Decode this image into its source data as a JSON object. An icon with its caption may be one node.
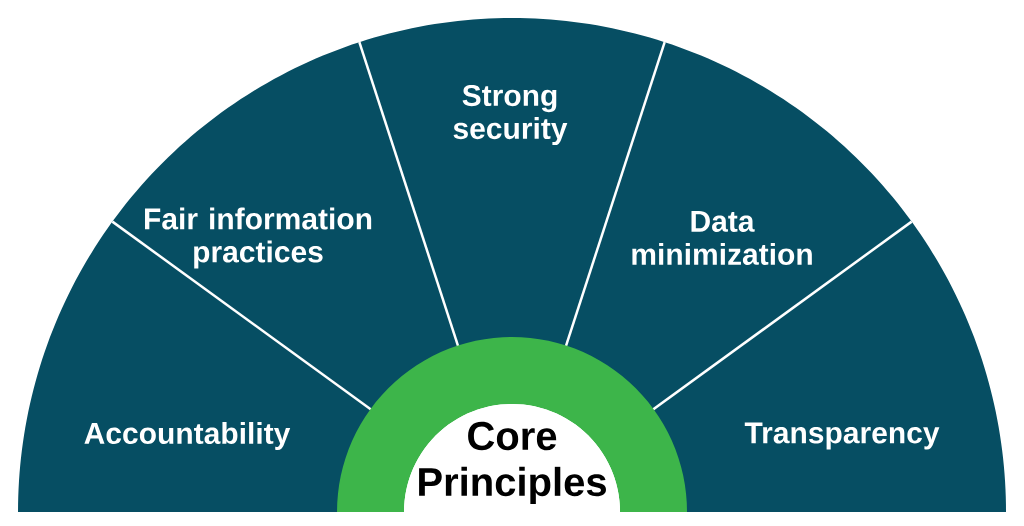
{
  "diagram": {
    "nodes": [
      {
        "text": [
          "Accountability"
        ]
      },
      {
        "text": [
          "Fair information practices"
        ]
      },
      {
        "text": [
          "Strong security"
        ]
      },
      {
        "text": [
          "Data minimization"
        ]
      },
      {
        "text": [
          "Transparency"
        ]
      },
      {
        "text": [
          "Core Principles"
        ]
      }
    ]
  }
}
